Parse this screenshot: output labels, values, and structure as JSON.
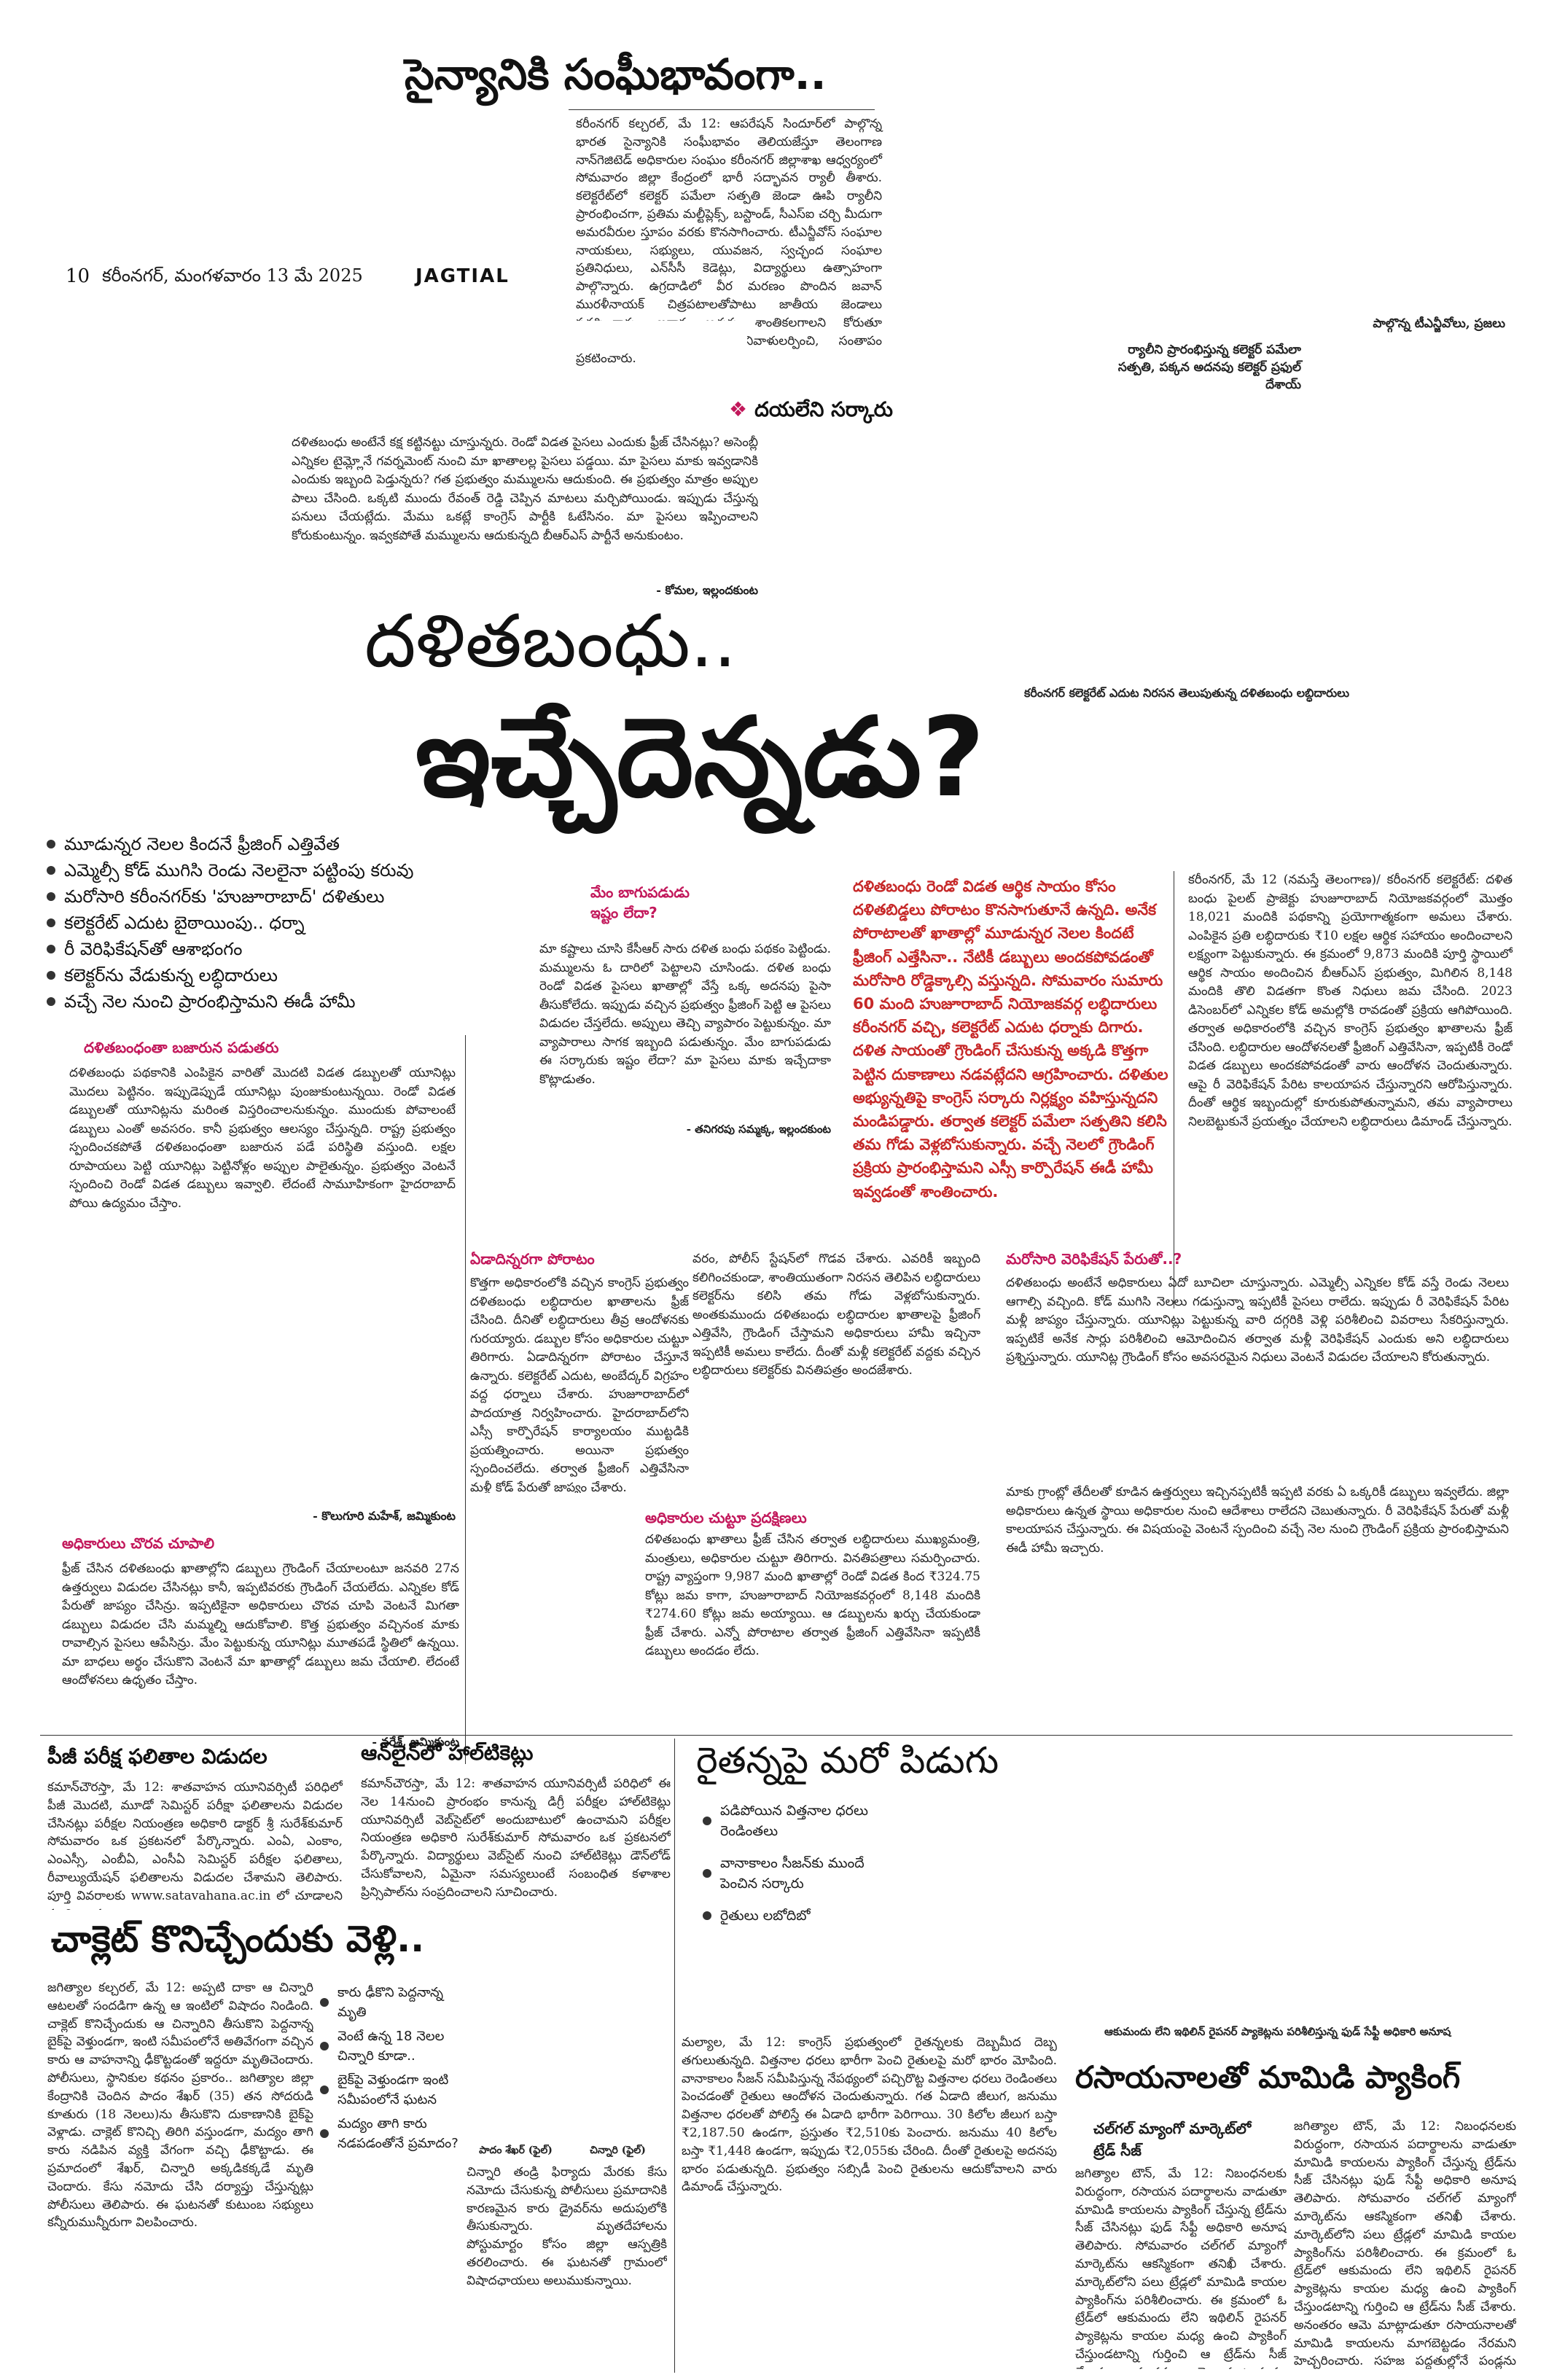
{
  "masthead": {
    "page_no": "10",
    "place_date": "కరీంనగర్, మంగళవారం 13 మే 2025",
    "edition": "JAGTIAL"
  },
  "story1": {
    "headline": "సైన్యానికి సంఘీభావంగా..",
    "body": "కరీంనగర్ కల్చరల్, మే 12: ఆపరేషన్ సిందూర్‌లో పాల్గొన్న భారత సైన్యానికి సంఘీభావం తెలియజేస్తూ తెలంగాణ నాన్‌గెజిటెడ్ అధికారుల సంఘం కరీంనగర్ జిల్లాశాఖ ఆధ్వర్యంలో సోమవారం జిల్లా కేంద్రంలో భారీ సద్భావన ర్యాలీ తీశారు. కలెక్టరేట్‌లో కలెక్టర్ పమేలా సత్పతి జెండా ఊపి ర్యాలీని ప్రారంభించగా, ప్రతిమ మల్టీప్లెక్స్, బస్టాండ్, సీఎస్ఐ చర్చి మీదుగా అమరవీరుల స్తూపం వరకు కొనసాగించారు. టీఎన్జీవోస్ సంఘాల నాయకులు, సభ్యులు, యువజన, స్వచ్ఛంద సంఘాల ప్రతినిధులు, ఎన్‌సీసీ కెడెట్లు, విద్యార్థులు ఉత్సాహంగా పాల్గొన్నారు. ఉగ్రదాడిలో వీర మరణం పొందిన జవాన్ మురళీనాయక్ చిత్రపటాలతోపాటు జాతీయ జెండాలు ప్రదర్శించారు. జవాన్ల ఆత్మకు శాంతికలగాలని కోరుతూ అమరవీరుల స్తూపం వద్ద నివాళులర్పించి, సంతాపం ప్రకటించారు.",
    "caption_left": "ర్యాలీని ప్రారంభిస్తున్న కలెక్టర్ పమేలా సత్పతి, పక్కన అదనపు కలెక్టర్ ప్రఫుల్ దేశాయ్",
    "caption_right": "పాల్గొన్న టీఎన్జీవోలు, ప్రజలు"
  },
  "boxed_item": {
    "title": "దయలేని సర్కారు",
    "body": "దళితబంధు అంటేనే కక్ష కట్టినట్టు చూస్తున్నరు. రెండో విడత పైసలు ఎందుకు ఫ్రీజ్ చేసినట్లు? అసెంబ్లీ ఎన్నికల టైమ్ల్లోనే గవర్నమెంట్ నుంచి మా ఖాతాలల్ల పైసలు పడ్డయి. మా పైసలు మాకు ఇవ్వడానికి ఎందుకు ఇబ్బంది పెడ్తున్నరు? గత ప్రభుత్వం మమ్ములను ఆదుకుంది. ఈ ప్రభుత్వం మాత్రం అప్పుల పాలు చేసింది. ఒక్కటి ముందు రేవంత్ రెడ్డి చెప్పిన మాటలు మర్చిపోయిండు. ఇప్పుడు చేస్తున్న పనులు చేయట్లేదు. మేము ఒకట్లే కాంగ్రెస్ పార్టీకి ఓటేసినం. మా పైసలు ఇప్పించాలని కోరుకుంటున్నం. ఇవ్వకపోతే మమ్ములను ఆదుకున్నది బీఆర్‌ఎస్ పార్టీనే అనుకుంటం.",
    "sig": "- కోమల, ఇల్లందకుంట"
  },
  "main": {
    "kicker": "దళితబంధు..",
    "headline": "ఇచ్చేదెన్నడు?",
    "photo_caption": "కరీంనగర్ కలెక్టరేట్ ఎదుట నిరసన తెలుపుతున్న దళితబంధు లబ్ధిదారులు",
    "bullets": [
      "మూడున్నర నెలల కిందనే ఫ్రీజింగ్ ఎత్తివేత",
      "ఎమ్మెల్సీ కోడ్ ముగిసి రెండు నెలలైనా పట్టింపు కరువు",
      "మరోసారి కరీంనగర్‌కు 'హుజూరాబాద్' దళితులు",
      "కలెక్టరేట్ ఎదుట బైఠాయింపు.. ధర్నా",
      "రీ వెరిఫికేషన్‌తో ఆశాభంగం",
      "కలెక్టర్‌ను వేడుకున్న లబ్ధిదారులు",
      "వచ్చే నెల నుంచి ప్రారంభిస్తామని ఈడీ హామీ"
    ],
    "red_box": "దళితబంధు రెండో విడత ఆర్థిక సాయం కోసం దళితబిడ్డలు పోరాటం కొనసాగుతూనే ఉన్నది. అనేక పోరాటాలతో ఖాతాల్లో మూడున్నర నెలల కిందటే ఫ్రీజింగ్ ఎత్తేసినా.. నేటికీ డబ్బులు అందకపోవడంతో మరోసారి రోడ్డెక్కాల్సి వస్తున్నది. సోమవారం సుమారు 60 మంది హుజూరాబాద్ నియోజకవర్గ లబ్ధిదారులు కరీంనగర్ వచ్చి, కలెక్టరేట్ ఎదుట ధర్నాకు దిగారు. దళిత సాయంతో గ్రౌండింగ్ చేసుకున్న అక్కడి కొత్తగా పెట్టిన దుకాణాలు నడవట్లేదని ఆగ్రహించారు. దళితుల అభ్యున్నతిపై కాంగ్రెస్ సర్కారు నిర్లక్ష్యం వహిస్తున్నదని మండిపడ్డారు. తర్వాత కలెక్టర్ పమేలా సత్పతిని కలిసి తమ గోడు వెళ్లబోసుకున్నారు. వచ్చే నెలలో గ్రౌండింగ్ ప్రక్రియ ప్రారంభిస్తామని ఎస్సీ కార్పొరేషన్ ఈడీ హామీ ఇవ్వడంతో శాంతించారు.",
    "side_sub": "మేం బాగుపడుడు ఇష్టం లేదా?",
    "side_body": "మా కష్టాలు చూసి కేసీఆర్ సారు దళిత బంధు పథకం పెట్టిండు. మమ్ములను ఓ దారిలో పెట్టాలని చూసిండు. దళిత బంధు రెండో విడత పైసలు ఖాతాల్లో వేస్తే ఒక్క అదనపు పైసా తీసుకోలేదు. ఇప్పుడు వచ్చిన ప్రభుత్వం ఫ్రీజింగ్ పెట్టి ఆ పైసలు విడుదల చేస్తలేదు. అప్పులు తెచ్చి వ్యాపారం పెట్టుకున్నం. మా వ్యాపారాలు సాగక ఇబ్బంది పడుతున్నం. మేం బాగుపడుడు ఈ సర్కారుకు ఇష్టం లేదా? మా పైసలు మాకు ఇచ్చేదాకా కొట్లాడుతం.",
    "side_sig": "- తనిగరపు సమ్మక్క, ఇల్లందకుంట",
    "right_body": "కరీంనగర్, మే 12 (నమస్తే తెలంగాణ)/ కరీంనగర్ కలెక్టరేట్: దళిత బంధు పైలట్ ప్రాజెక్టు హుజూరాబాద్ నియోజకవర్గంలో మొత్తం 18,021 మందికి పథకాన్ని ప్రయోగాత్మకంగా అమలు చేశారు. ఎంపికైన ప్రతి లబ్ధిదారుకు ₹10 లక్షల ఆర్థిక సహాయం అందించాలని లక్ష్యంగా పెట్టుకున్నారు. ఈ క్రమంలో 9,873 మందికి పూర్తి స్థాయిలో ఆర్థిక సాయం అందించిన బీఆర్‌ఎస్ ప్రభుత్వం, మిగిలిన 8,148 మందికి తొలి విడతగా కొంత నిధులు జమ చేసింది. 2023 డిసెంబర్‌లో ఎన్నికల కోడ్ అమల్లోకి రావడంతో ప్రక్రియ ఆగిపోయింది. తర్వాత అధికారంలోకి వచ్చిన కాంగ్రెస్ ప్రభుత్వం ఖాతాలను ఫ్రీజ్ చేసింది. లబ్ధిదారుల ఆందోళనలతో ఫ్రీజింగ్ ఎత్తివేసినా, ఇప్పటికీ రెండో విడత డబ్బులు అందకపోవడంతో వారు ఆందోళన చెందుతున్నారు. ఆపై రీ వెరిఫికేషన్ పేరిట కాలయాపన చేస్తున్నారని ఆరోపిస్తున్నారు. దీంతో ఆర్థిక ఇబ్బందుల్లో కూరుకుపోతున్నామని, తమ వ్యాపారాలు నిలబెట్టుకునే ప్రయత్నం చేయాలని లబ్ధిదారులు డిమాండ్ చేస్తున్నారు."
  },
  "col_a": {
    "sub1": "దళితబంధంతా బజారున పడుతరు",
    "body1": "దళితబంధు పథకానికి ఎంపికైన వారితో మొదటి విడత డబ్బులతో యూనిట్లు మొదలు పెట్టినం. ఇప్పుడెప్పుడే యూనిట్లు పుంజుకుంటున్నయి. రెండో విడత డబ్బులతో యూనిట్లను మరింత విస్తరించాలనుకున్నం. ముందుకు పోవాలంటే డబ్బులు ఎంతో అవసరం. కానీ ప్రభుత్వం ఆలస్యం చేస్తున్నది. రాష్ట్ర ప్రభుత్వం స్పందించకపోతే దళితబంధంతా బజారున పడే పరిస్థితి వస్తుంది. లక్షల రూపాయలు పెట్టి యూనిట్లు పెట్టినోళ్లం అప్పుల పాలైతున్నం. ప్రభుత్వం వెంటనే స్పందించి రెండో విడత డబ్బులు ఇవ్వాలి. లేదంటే సామూహికంగా హైదరాబాద్ పోయి ఉద్యమం చేస్తాం.",
    "sig1": "- కొలుగూరి మహేశ్, జమ్మికుంట",
    "sub2": "అధికారులు చొరవ చూపాలి",
    "body2": "ఫ్రీజ్ చేసిన దళితబంధు ఖాతాల్లోని డబ్బులు గ్రౌండింగ్ చేయాలంటూ జనవరి 27న ఉత్తర్వులు విడుదల చేసినట్లు కానీ, ఇప్పటివరకు గ్రౌండింగ్ చేయలేదు. ఎన్నికల కోడ్ పేరుతో జాప్యం చేసిన్రు. ఇప్పటికైనా అధికారులు చొరవ చూపి వెంటనే మిగతా డబ్బులు విడుదల చేసి మమ్మల్ని ఆదుకోవాలి. కొత్త ప్రభుత్వం వచ్చినంక మాకు రావాల్సిన పైసలు ఆపేసిన్రు. మేం పెట్టుకున్న యూనిట్లు మూతపడే స్థితిలో ఉన్నయి. మా బాధలు అర్థం చేసుకొని వెంటనే మా ఖాతాల్లో డబ్బులు జమ చేయాలి. లేదంటే ఆందోళనలు ఉధృతం చేస్తాం.",
    "sig2": "- నరేశ్, జమ్మికుంట"
  },
  "col_b": {
    "sub": "ఏడాదిన్నరగా పోరాటం",
    "body": "కొత్తగా అధికారంలోకి వచ్చిన కాంగ్రెస్ ప్రభుత్వం దళితబంధు లబ్ధిదారుల ఖాతాలను ఫ్రీజ్ చేసింది. దీనితో లబ్ధిదారులు తీవ్ర ఆందోళనకు గురయ్యారు. డబ్బుల కోసం అధికారుల చుట్టూ తిరిగారు. ఏడాదిన్నరగా పోరాటం చేస్తూనే ఉన్నారు. కలెక్టరేట్ ఎదుట, అంబేద్కర్ విగ్రహం వద్ద ధర్నాలు చేశారు. హుజూరాబాద్‌లో పాదయాత్ర నిర్వహించారు. హైదరాబాద్‌లోని ఎస్సీ కార్పొరేషన్ కార్యాలయం ముట్టడికి ప్రయత్నించారు. అయినా ప్రభుత్వం స్పందించలేదు. తర్వాత ఫ్రీజింగ్ ఎత్తివేసినా మళ్లీ కోడ్ పేరుతో జాప్యం చేశారు.",
    "body_cont": "వరం, పోలీస్ స్టేషన్‌లో గొడవ చేశారు. ఎవరికీ ఇబ్బంది కలిగించకుండా, శాంతియుతంగా నిరసన తెలిపిన లబ్ధిదారులు కలెక్టర్‌ను కలిసి తమ గోడు వెళ్లబోసుకున్నారు. అంతకుముందు దళితబంధు లబ్ధిదారుల ఖాతాలపై ఫ్రీజింగ్ ఎత్తివేసి, గ్రౌండింగ్ చేస్తామని అధికారులు హామీ ఇచ్చినా ఇప్పటికీ అమలు కాలేదు. దీంతో మళ్లీ కలెక్టరేట్ వద్దకు వచ్చిన లబ్ధిదారులు కలెక్టర్‌కు వినతిపత్రం అందజేశారు."
  },
  "col_c": {
    "sub": "మరోసారి వెరిఫికేషన్ పేరుతో..?",
    "body": "దళితబంధు అంటేనే అధికారులు ఏదో బూచిలా చూస్తున్నారు. ఎమ్మెల్సీ ఎన్నికల కోడ్ వస్తే రెండు నెలలు ఆగాల్సి వచ్చింది. కోడ్ ముగిసి నెలలు గడుస్తున్నా ఇప్పటికీ పైసలు రాలేదు. ఇప్పుడు రీ వెరిఫికేషన్ పేరిట మళ్లీ జాప్యం చేస్తున్నారు. యూనిట్లు పెట్టుకున్న వారి దగ్గరికి వెళ్లి పరిశీలించి వివరాలు సేకరిస్తున్నారు. ఇప్పటికే అనేక సార్లు పరిశీలించి ఆమోదించిన తర్వాత మళ్లీ వెరిఫికేషన్ ఎందుకు అని లబ్ధిదారులు ప్రశ్నిస్తున్నారు. యూనిట్ల గ్రౌండింగ్ కోసం అవసరమైన నిధులు వెంటనే విడుదల చేయాలని కోరుతున్నారు.",
    "sub2": "అధికారుల చుట్టూ ప్రదక్షిణలు",
    "body2": "దళితబంధు ఖాతాలు ఫ్రీజ్ చేసిన తర్వాత లబ్ధిదారులు ముఖ్యమంత్రి, మంత్రులు, అధికారుల చుట్టూ తిరిగారు. వినతిపత్రాలు సమర్పించారు. రాష్ట్ర వ్యాప్తంగా 9,987 మంది ఖాతాల్లో రెండో విడత కింద ₹324.75 కోట్లు జమ కాగా, హుజూరాబాద్ నియోజకవర్గంలో 8,148 మందికి ₹274.60 కోట్లు జమ అయ్యాయి. ఆ డబ్బులను ఖర్చు చేయకుండా ఫ్రీజ్ చేశారు. ఎన్నో పోరాటాల తర్వాత ఫ్రీజింగ్ ఎత్తివేసినా ఇప్పటికీ డబ్బులు అందడం లేదు.",
    "body3": "మాకు గ్రాంట్లో తేదీలతో కూడిన ఉత్తర్వులు ఇచ్చినప్పటికీ ఇప్పటి వరకు ఏ ఒక్కరికీ డబ్బులు ఇవ్వలేదు. జిల్లా అధికారులు ఉన్నత స్థాయి అధికారుల నుంచి ఆదేశాలు రాలేదని చెబుతున్నారు. రీ వెరిఫికేషన్ పేరుతో మళ్లీ కాలయాపన చేస్తున్నారు. ఈ విషయంపై వెంటనే స్పందించి వచ్చే నెల నుంచి గ్రౌండింగ్ ప్రక్రియ ప్రారంభిస్తామని ఈడీ హామీ ఇచ్చారు."
  },
  "bottom": {
    "pg_title": "పీజీ పరీక్ష ఫలితాల విడుదల",
    "pg_body": "కమాన్‌చౌరస్తా, మే 12: శాతవాహన యూనివర్సిటీ పరిధిలో పీజీ మొదటి, మూడో సెమిస్టర్ పరీక్షా ఫలితాలను విడుదల చేసినట్లు పరీక్షల నియంత్రణ అధికారి డాక్టర్ శ్రీ సురేశ్‌కుమార్ సోమవారం ఒక ప్రకటనలో పేర్కొన్నారు. ఎంఏ, ఎంకాం, ఎంఎస్సీ, ఎంబీఏ, ఎంసీఏ సెమిస్టర్ పరీక్షల ఫలితాలు, రీవాల్యుయేషన్ ఫలితాలను విడుదల చేశామని తెలిపారు. పూర్తి వివరాలకు www.satavahana.ac.in లో చూడాలని సూచించారు.",
    "online_title": "ఆన్‌లైన్‌లో హాల్‌టికెట్లు",
    "online_body": "కమాన్‌చౌరస్తా, మే 12: శాతవాహన యూనివర్సిటీ పరిధిలో ఈ నెల 14నుంచి ప్రారంభం కానున్న డిగ్రీ పరీక్షల హాల్‌టికెట్లు యూనివర్సిటీ వెబ్‌సైట్‌లో అందుబాటులో ఉంచామని పరీక్షల నియంత్రణ అధికారి సురేశ్‌కుమార్ సోమవారం ఒక ప్రకటనలో పేర్కొన్నారు. విద్యార్థులు వెబ్‌సైట్ నుంచి హాల్‌టికెట్లు డౌన్‌లోడ్ చేసుకోవాలని, ఏమైనా సమస్యలుంటే సంబంధిత కళాశాల ప్రిన్సిపాల్‌ను సంప్రదించాలని సూచించారు.",
    "farmer_title": "రైతన్నపై మరో పిడుగు",
    "farmer_bullets": [
      "పడిపోయిన విత్తనాల ధరలు రెండింతలు",
      "వానాకాలం సీజన్‌కు ముందే పెంచిన సర్కారు",
      "రైతులు లబోదిబో"
    ],
    "farmer_body": "మల్యాల, మే 12: కాంగ్రెస్ ప్రభుత్వంలో రైతన్నలకు దెబ్బమీద దెబ్బ తగులుతున్నది. విత్తనాల ధరలు భారీగా పెంచి రైతులపై మరో భారం మోపింది. వానాకాలం సీజన్ సమీపిస్తున్న నేపథ్యంలో పచ్చిరొట్ట విత్తనాల ధరలు రెండింతలు పెంచడంతో రైతులు ఆందోళన చెందుతున్నారు. గత ఏడాది జీలుగ, జనుము విత్తనాల ధరలతో పోలిస్తే ఈ ఏడాది భారీగా పెరిగాయి. 30 కిలోల జీలుగ బస్తా ₹2,187.50 ఉండగా, ప్రస్తుతం ₹2,510కు పెంచారు. జనుము 40 కిలోల బస్తా ₹1,448 ఉండగా, ఇప్పుడు ₹2,055కు చేరింది. దీంతో రైతులపై అదనపు భారం పడుతున్నది. ప్రభుత్వం సబ్సిడీ పెంచి రైతులను ఆదుకోవాలని వారు డిమాండ్ చేస్తున్నారు.",
    "choc_title": "చాక్లెట్ కొనిచ్చేందుకు వెళ్లి..",
    "choc_bullets": [
      "కారు ఢీకొని పెద్దనాన్న మృతి",
      "వెంటే ఉన్న 18 నెలల చిన్నారి కూడా..",
      "బైక్‌పై వెళ్తుండగా ఇంటి సమీపంలోనే ఘటన",
      "మద్యం తాగి కారు నడపడంతోనే ప్రమాదం?"
    ],
    "choc_body": "జగిత్యాల కల్చరల్, మే 12: అప్పటి దాకా ఆ చిన్నారి ఆటలతో సందడిగా ఉన్న ఆ ఇంటిలో విషాదం నిండింది. చాక్లెట్ కొనిచ్చేందుకు ఆ చిన్నారిని తీసుకొని పెద్దనాన్న బైక్‌పై వెళ్తుండగా, ఇంటి సమీపంలోనే అతివేగంగా వచ్చిన కారు ఆ వాహనాన్ని ఢీకొట్టడంతో ఇద్దరూ మృతిచెందారు. పోలీసులు, స్థానికుల కథనం ప్రకారం.. జగిత్యాల జిల్లా కేంద్రానికి చెందిన పాదం శేఖర్ (35) తన సోదరుడి కూతురు (18 నెలలు)ను తీసుకొని దుకాణానికి బైక్‌పై వెళ్లాడు. చాక్లెట్ కొనిచ్చి తిరిగి వస్తుండగా, మద్యం తాగి కారు నడిపిన వ్యక్తి వేగంగా వచ్చి ఢీకొట్టాడు. ఈ ప్రమాదంలో శేఖర్, చిన్నారి అక్కడికక్కడే మృతి చెందారు. కేసు నమోదు చేసి దర్యాప్తు చేస్తున్నట్లు పోలీసులు తెలిపారు. ఈ ఘటనతో కుటుంబ సభ్యులు కన్నీరుమున్నీరుగా విలపించారు.",
    "choc_cap1": "పాదం శేఖర్ (ఫైల్)",
    "choc_cap2": "చిన్నారి (ఫైల్)",
    "choc_body2": "చిన్నారి తండ్రి ఫిర్యాదు మేరకు కేసు నమోదు చేసుకున్న పోలీసులు ప్రమాదానికి కారణమైన కారు డ్రైవర్‌ను అదుపులోకి తీసుకున్నారు. మృతదేహాలను పోస్టుమార్టం కోసం జిల్లా ఆస్పత్రికి తరలించారు. ఈ ఘటనతో గ్రామంలో విషాదఛాయలు అలుముకున్నాయి.",
    "mango_caption": "ఆకుమందు లేని ఇథిలిన్ రైపనర్ ప్యాకెట్లను పరిశీలిస్తున్న ఫుడ్ సేఫ్టీ అధికారి అనూష",
    "mango_title": "రసాయనాలతో మామిడి ప్యాకింగ్",
    "mango_sub": "చల్‌గల్ మ్యాంగో మార్కెట్‌లో ట్రేడ్ సీజ్",
    "mango_body": "జగిత్యాల టౌన్, మే 12: నిబంధనలకు విరుద్ధంగా, రసాయన పదార్థాలను వాడుతూ మామిడి కాయలను ప్యాకింగ్ చేస్తున్న ట్రేడ్‌ను సీజ్ చేసినట్లు ఫుడ్ సేఫ్టీ అధికారి అనూష తెలిపారు. సోమవారం చల్‌గల్ మ్యాంగో మార్కెట్‌ను ఆకస్మికంగా తనిఖీ చేశారు. మార్కెట్‌లోని పలు ట్రేడ్లలో మామిడి కాయల ప్యాకింగ్‌ను పరిశీలించారు. ఈ క్రమంలో ఓ ట్రేడ్‌లో ఆకుమందు లేని ఇథిలిన్ రైపనర్ ప్యాకెట్లను కాయల మధ్య ఉంచి ప్యాకింగ్ చేస్తుండటాన్ని గుర్తించి ఆ ట్రేడ్‌ను సీజ్ చేశారు. అనంతరం ఆమె మాట్లాడుతూ రసాయనాలతో మామిడి కాయలను మాగబెట్టడం నేరమని హెచ్చరించారు. సహజ పద్ధతుల్లోనే పండ్లను మాగబెట్టాలని సూచించారు. నిబంధనలు ఉల్లంఘిస్తే కఠిన చర్యలు తీసుకుంటామని హెచ్చరించారు."
  }
}
